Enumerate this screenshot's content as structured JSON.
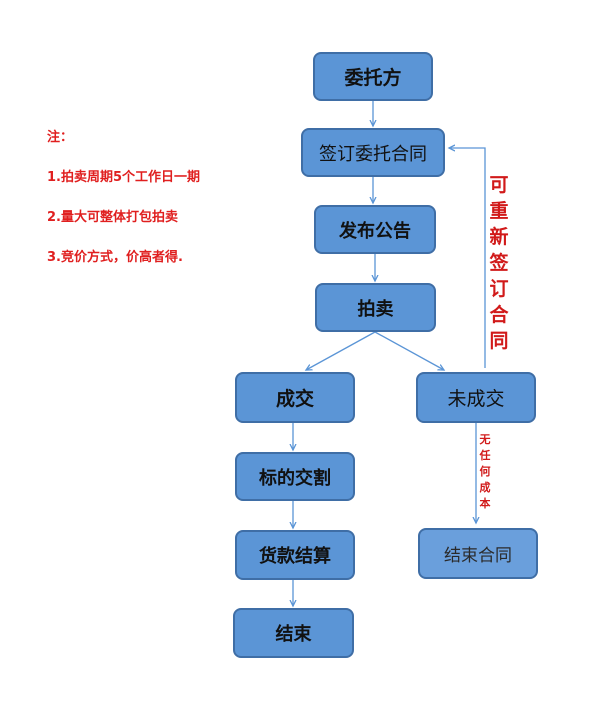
{
  "notes": {
    "title": "注：",
    "items": [
      "1.拍卖周期5个工作日一期",
      "2.量大可整体打包拍卖",
      "3.竞价方式，价高者得."
    ]
  },
  "nodes": {
    "weituofang": "委托方",
    "qianding": "签订委托合同",
    "fabu": "发布公告",
    "paimai": "拍卖",
    "chengjiao": "成交",
    "weichengjiao": "未成交",
    "biaodi": "标的交割",
    "huokuan": "货款结算",
    "jieshu": "结束",
    "jieshu_hetong": "结束合同"
  },
  "edge_labels": {
    "resign": "可重新签订合同",
    "no_cost": "无任何成本"
  },
  "colors": {
    "box_fill": "#5b95d6",
    "box_border": "#3f6ea6",
    "arrow": "#5b95d6",
    "note_text": "#e01f1f"
  }
}
